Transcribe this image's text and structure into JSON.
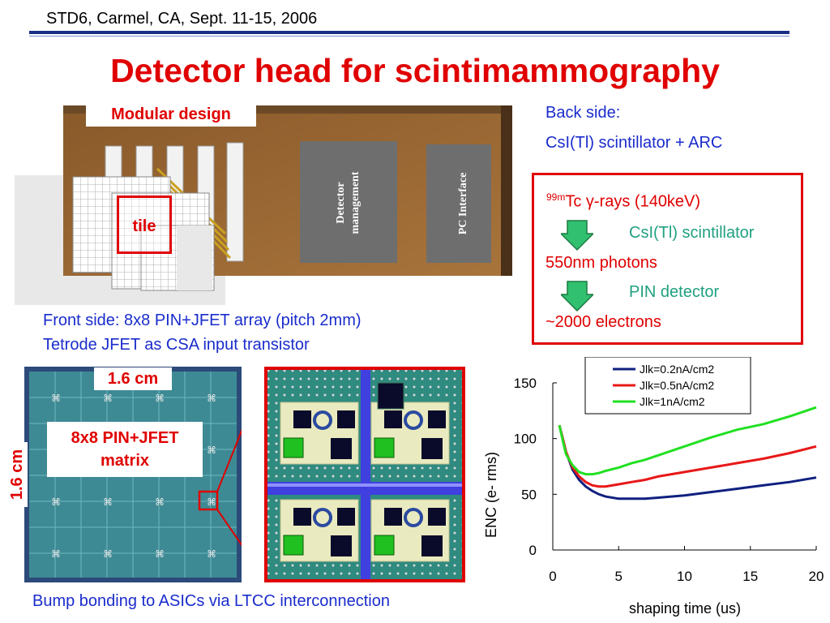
{
  "header": {
    "text": "STD6, Carmel, CA, Sept. 11-15, 2006"
  },
  "title": "Detector head for scintimammography",
  "module_image": {
    "modular_label": "Modular design",
    "tile_label": "tile",
    "chip1_label_line1": "Detector",
    "chip1_label_line2": "management",
    "chip2_label": "PC Interface"
  },
  "back_side": {
    "line1": "Back side:",
    "line2": "CsI(Tl) scintillator + ARC"
  },
  "front_side": {
    "line1": "Front side: 8x8 PIN+JFET array (pitch 2mm)",
    "line2": "Tetrode JFET as CSA input transistor"
  },
  "flow": {
    "isotope_sup": "99m",
    "isotope": "Tc",
    "gamma_symbol": "γ",
    "step1_rest": "-rays (140keV)",
    "converter1": "CsI(Tl) scintillator",
    "step2": "550nm photons",
    "converter2": "PIN detector",
    "step3": "~2000 electrons"
  },
  "matrix_image": {
    "width_label": "1.6 cm",
    "height_label": "1.6 cm",
    "matrix_label_line1": "8x8 PIN+JFET",
    "matrix_label_line2": "matrix"
  },
  "bump_caption": "Bump bonding to ASICs via LTCC interconnection",
  "colors": {
    "accent_red": "#e00000",
    "text_blue": "#1a2ccc",
    "flow_green": "#20a080"
  },
  "chart_data": {
    "type": "line",
    "xlabel": "shaping time (us)",
    "ylabel": "ENC (e- rms)",
    "xlim": [
      0,
      20
    ],
    "ylim": [
      0,
      150
    ],
    "xticks": [
      "0",
      "5",
      "10",
      "15",
      "20"
    ],
    "yticks": [
      "0",
      "50",
      "100",
      "150"
    ],
    "grid": false,
    "legend_position": "top-right",
    "series": [
      {
        "name": "Jlk=0.2nA/cm2",
        "color": "#102080",
        "x": [
          0.5,
          0.8,
          1,
          1.5,
          2,
          2.5,
          3,
          3.5,
          4,
          5,
          6,
          7,
          8,
          10,
          12,
          14,
          16,
          18,
          20
        ],
        "y": [
          112,
          98,
          88,
          72,
          63,
          57,
          53,
          50,
          48,
          46,
          46,
          46,
          47,
          49,
          52,
          55,
          58,
          61,
          65
        ]
      },
      {
        "name": "Jlk=0.5nA/cm2",
        "color": "#e81818",
        "x": [
          0.5,
          0.8,
          1,
          1.5,
          2,
          2.5,
          3,
          3.5,
          4,
          5,
          6,
          7,
          8,
          10,
          12,
          14,
          16,
          18,
          20
        ],
        "y": [
          112,
          98,
          88,
          74,
          66,
          61,
          58,
          57,
          57,
          59,
          61,
          63,
          66,
          70,
          74,
          78,
          82,
          87,
          93
        ]
      },
      {
        "name": "Jlk=1nA/cm2",
        "color": "#22e022",
        "x": [
          0.5,
          0.8,
          1,
          1.5,
          2,
          2.5,
          3,
          3.5,
          4,
          5,
          6,
          7,
          8,
          10,
          12,
          14,
          16,
          18,
          20
        ],
        "y": [
          112,
          96,
          86,
          76,
          70,
          68,
          68,
          69,
          71,
          74,
          78,
          81,
          85,
          93,
          101,
          108,
          113,
          120,
          128
        ]
      }
    ]
  }
}
